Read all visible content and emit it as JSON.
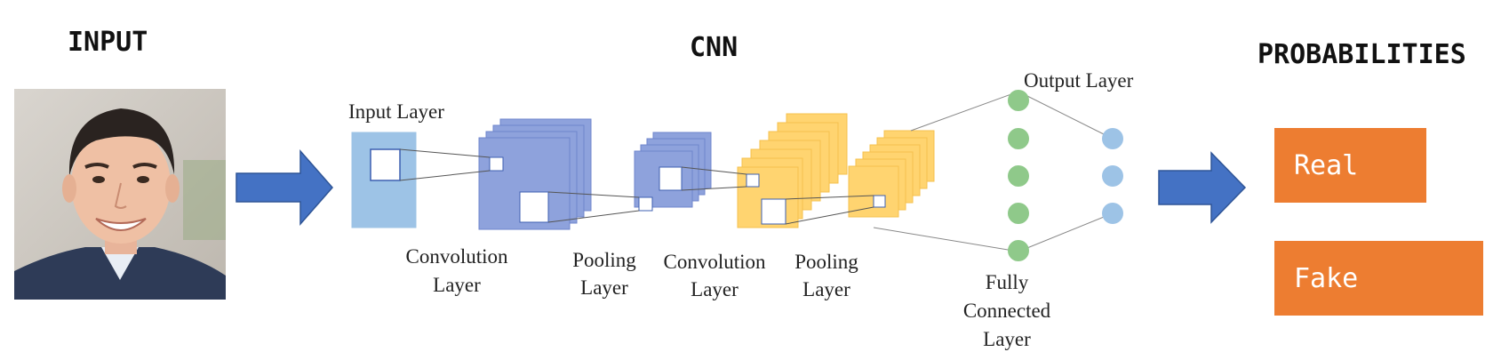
{
  "titles": {
    "input": "INPUT",
    "cnn": "CNN",
    "probabilities": "PROBABILITIES"
  },
  "cnn_labels": {
    "input_layer": "Input Layer",
    "conv1": [
      "Convolution",
      "Layer"
    ],
    "pool1": [
      "Pooling",
      "Layer"
    ],
    "conv2": [
      "Convolution",
      "Layer"
    ],
    "pool2": [
      "Pooling",
      "Layer"
    ],
    "fully_connected": [
      "Fully",
      "Connected",
      "Layer"
    ],
    "output_layer": "Output Layer"
  },
  "outputs": {
    "real": "Real",
    "fake": "Fake"
  },
  "colors": {
    "arrow": "#4472c4",
    "output_box": "#ed7d31",
    "input_layer": "#9dc3e6",
    "conv_pool_1": "#8ea2dc",
    "conv_pool_2": "#ffd470",
    "fc_node": "#8fc98a",
    "output_node": "#9dc3e6"
  },
  "icons": {
    "input_image": "face-photo",
    "arrows": "right-arrow-icon"
  }
}
